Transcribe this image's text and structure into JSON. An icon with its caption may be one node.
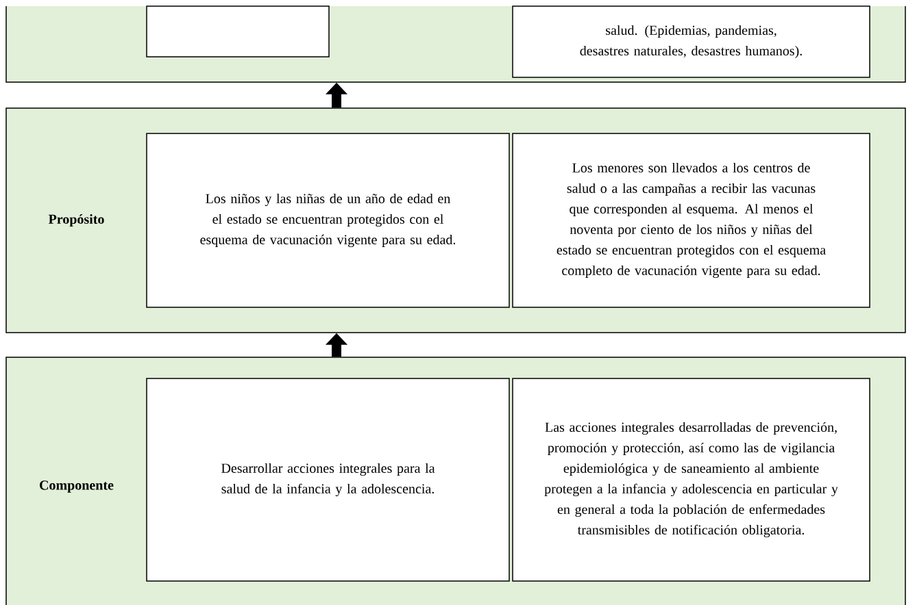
{
  "diagram": {
    "nodes": [
      {
        "text": [],
        "shape": "box"
      },
      {
        "text": [],
        "shape": "box",
        "in": 0
      },
      {
        "text": [
          "salud.  (Epidemias, pandemias, desastres naturales, desastres humanos)."
        ],
        "in": 0
      },
      {
        "text": [
          "Propósito"
        ]
      },
      {
        "text": [
          "Los niños y las niñas de un año de edad en el estado se encuentran protegidos con el esquema de vacunación vigente para su edad."
        ],
        "in": 3
      },
      {
        "text": [
          "Los menores son llevados a los centros de salud o a las campañas a recibir las vacunas que corresponden al esquema. Al menos el noventa por ciento de los niños y niñas del estado se encuentran protegidos con el esquema completo de vacunación vigente para su edad."
        ],
        "in": 3
      },
      {
        "text": [
          "Componente"
        ]
      },
      {
        "text": [
          "Desarrollar acciones integrales para la salud de la infancia y la adolescencia."
        ],
        "in": 6
      },
      {
        "text": [
          "Las acciones integrales desarrolladas de prevención, promoción y protección, así como las de vigilancia epidemiológica y de saneamiento al ambiente protegen a la infancia y adolescencia en particular y en general a toda la población de enfermedades transmisibles de notificación obligatoria."
        ],
        "in": 6
      }
    ],
    "edges": [
      {
        "from": 3,
        "to": 0,
        "arrow": "to"
      },
      {
        "from": 6,
        "to": 3,
        "arrow": "to"
      }
    ]
  }
}
